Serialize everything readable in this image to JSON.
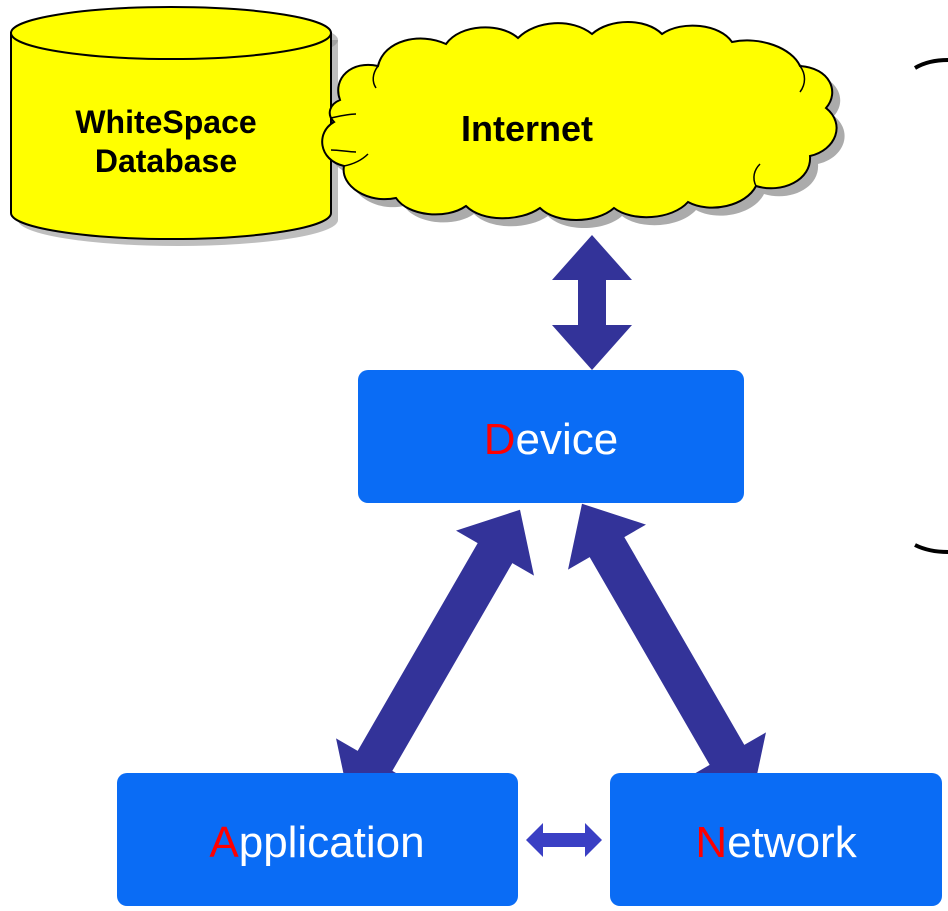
{
  "database": {
    "line1": "WhiteSpace",
    "line2": "Database"
  },
  "cloud": {
    "label": "Internet"
  },
  "device": {
    "initial": "D",
    "rest": "evice"
  },
  "application": {
    "initial": "A",
    "rest": "pplication"
  },
  "network": {
    "initial": "N",
    "rest": "etwork"
  },
  "colors": {
    "box_fill": "#0a6cf5",
    "initial_letter": "#ff0000",
    "label_text": "#ffffff",
    "arrow_fill": "#333399",
    "small_arrow_fill": "#3a3fc4",
    "yellow": "#ffff00",
    "shadow": "#888888"
  }
}
